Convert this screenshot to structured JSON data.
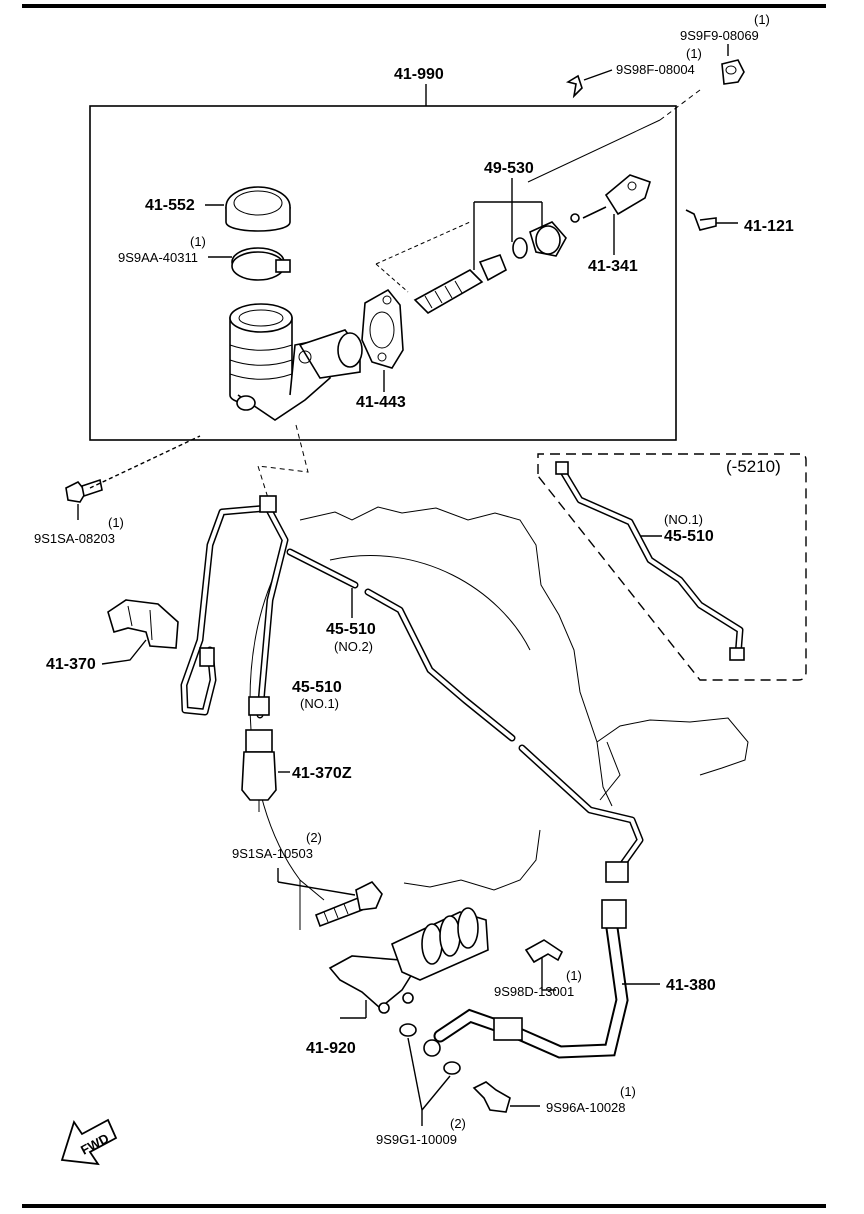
{
  "labels": {
    "assembly": "41-990",
    "cap": "41-552",
    "band_qty": "(1)",
    "band": "9S9AA-40311",
    "gasket": "41-443",
    "repair_kit": "49-530",
    "push_rod": "41-341",
    "pin_qty": "(1)",
    "pin": "9S98F-08004",
    "nut_qty": "(1)",
    "nut": "9S9F9-08069",
    "clip_top": "41-121",
    "bolt_top_qty": "(1)",
    "bolt_top": "9S1SA-08203",
    "bracket": "41-370",
    "pipe_no2": "45-510",
    "pipe_no2_note": "(NO.2)",
    "pipe_no1": "45-510",
    "pipe_no1_note": "(NO.1)",
    "damper": "41-370Z",
    "bolt_mid_qty": "(2)",
    "bolt_mid": "9S1SA-10503",
    "variant_range": "(-5210)",
    "variant_pipe_note": "(NO.1)",
    "variant_pipe": "45-510",
    "slave_cyl": "41-920",
    "clip_low_qty": "(1)",
    "clip_low": "9S98D-13001",
    "hose": "41-380",
    "bleeder_qty": "(1)",
    "bleeder": "9S96A-10028",
    "washer_qty": "(2)",
    "washer": "9S9G1-10009",
    "fwd": "FWD"
  }
}
